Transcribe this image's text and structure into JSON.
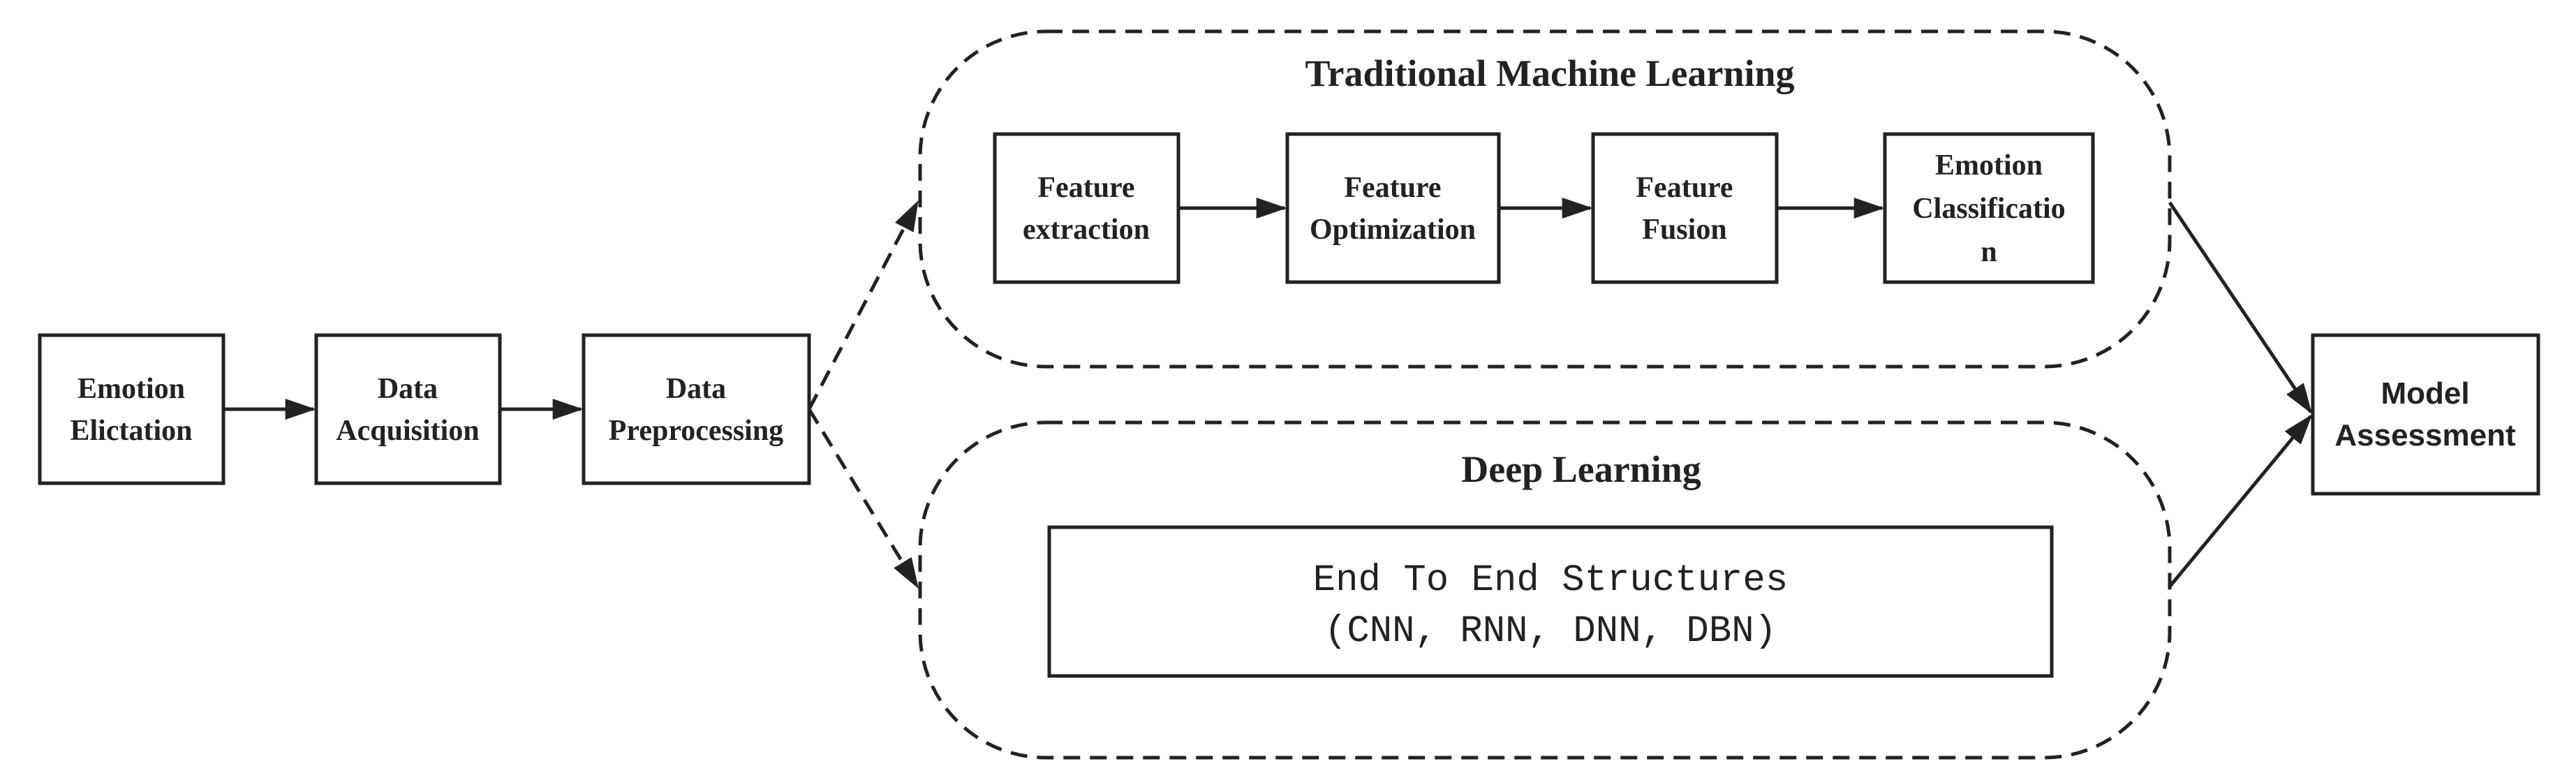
{
  "colors": {
    "stroke": "#222222",
    "background": "#ffffff"
  },
  "nodes": {
    "emotion_elicitation": {
      "line1": "Emotion",
      "line2": "Elictation"
    },
    "data_acquisition": {
      "line1": "Data",
      "line2": "Acquisition"
    },
    "data_preprocessing": {
      "line1": "Data",
      "line2": "Preprocessing"
    },
    "model_assessment": {
      "line1": "Model",
      "line2": "Assessment"
    }
  },
  "traditional": {
    "title": "Traditional Machine Learning",
    "steps": [
      {
        "line1": "Feature",
        "line2": "extraction"
      },
      {
        "line1": "Feature",
        "line2": "Optimization"
      },
      {
        "line1": "Feature",
        "line2": "Fusion"
      },
      {
        "line1": "Emotion",
        "line2": "Classificatio",
        "line3": "n"
      }
    ]
  },
  "deep": {
    "title": "Deep Learning",
    "line1": "End To End Structures",
    "line2": "(CNN, RNN, DNN, DBN)"
  }
}
